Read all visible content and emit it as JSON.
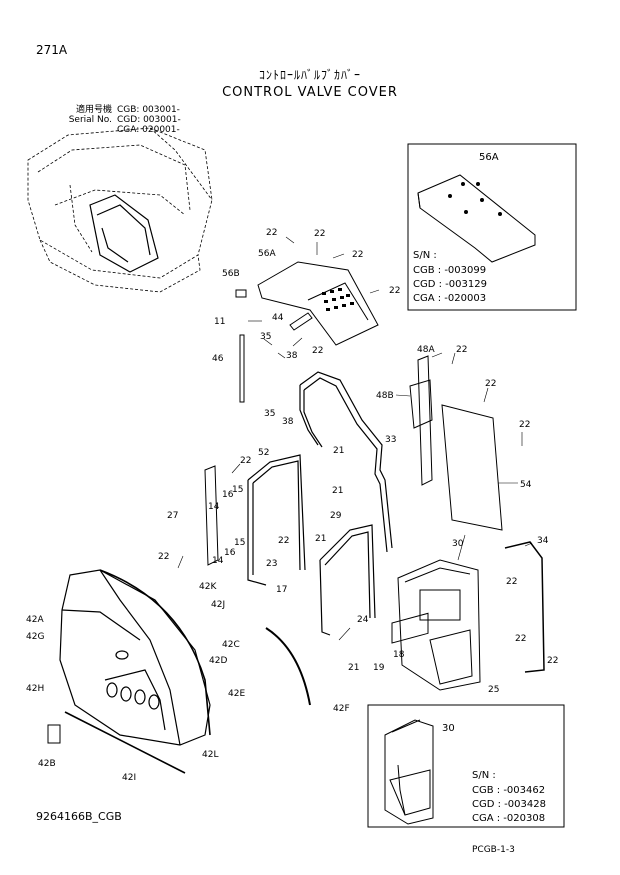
{
  "page_number": "271A",
  "title_jp": "ｺﾝﾄﾛｰﾙﾊﾞﾙﾌﾞｶﾊﾞｰ",
  "title_en": "CONTROL VALVE COVER",
  "serial_block": {
    "labels": [
      "適用号機",
      "Serial No."
    ],
    "entries": [
      "CGB: 003001-",
      "CGD: 003001-",
      "CGA: 020001-"
    ]
  },
  "inset_top": {
    "part": "56A",
    "sn_label": "S/N :",
    "entries": [
      "CGB : -003099",
      "CGD : -003129",
      "CGA : -020003"
    ]
  },
  "inset_bottom": {
    "part": "30",
    "sn_label": "S/N :",
    "entries": [
      "CGB : -003462",
      "CGD : -003428",
      "CGA : -020308"
    ]
  },
  "callouts": [
    {
      "id": "c1",
      "text": "22"
    },
    {
      "id": "c2",
      "text": "22"
    },
    {
      "id": "c3",
      "text": "22"
    },
    {
      "id": "c4",
      "text": "56A"
    },
    {
      "id": "c5",
      "text": "56B"
    },
    {
      "id": "c6",
      "text": "22"
    },
    {
      "id": "c7",
      "text": "11"
    },
    {
      "id": "c8",
      "text": "44"
    },
    {
      "id": "c9",
      "text": "35"
    },
    {
      "id": "c10",
      "text": "38"
    },
    {
      "id": "c11",
      "text": "22"
    },
    {
      "id": "c12",
      "text": "46"
    },
    {
      "id": "c13",
      "text": "35"
    },
    {
      "id": "c14",
      "text": "38"
    },
    {
      "id": "c15",
      "text": "48A"
    },
    {
      "id": "c16",
      "text": "22"
    },
    {
      "id": "c17",
      "text": "22"
    },
    {
      "id": "c18",
      "text": "48B"
    },
    {
      "id": "c19",
      "text": "22"
    },
    {
      "id": "c20",
      "text": "33"
    },
    {
      "id": "c21",
      "text": "21"
    },
    {
      "id": "c22",
      "text": "21"
    },
    {
      "id": "c23",
      "text": "52"
    },
    {
      "id": "c24",
      "text": "22"
    },
    {
      "id": "c25",
      "text": "54"
    },
    {
      "id": "c26",
      "text": "16"
    },
    {
      "id": "c27",
      "text": "15"
    },
    {
      "id": "c28",
      "text": "14"
    },
    {
      "id": "c29",
      "text": "27"
    },
    {
      "id": "c30",
      "text": "29"
    },
    {
      "id": "c31",
      "text": "15"
    },
    {
      "id": "c32",
      "text": "16"
    },
    {
      "id": "c33",
      "text": "14"
    },
    {
      "id": "c34",
      "text": "22"
    },
    {
      "id": "c35",
      "text": "22"
    },
    {
      "id": "c36",
      "text": "21"
    },
    {
      "id": "c37",
      "text": "30"
    },
    {
      "id": "c38",
      "text": "34"
    },
    {
      "id": "c39",
      "text": "23"
    },
    {
      "id": "c40",
      "text": "42K"
    },
    {
      "id": "c41",
      "text": "17"
    },
    {
      "id": "c42",
      "text": "42J"
    },
    {
      "id": "c43",
      "text": "24"
    },
    {
      "id": "c44",
      "text": "22"
    },
    {
      "id": "c45",
      "text": "42A"
    },
    {
      "id": "c46",
      "text": "42G"
    },
    {
      "id": "c47",
      "text": "42C"
    },
    {
      "id": "c48",
      "text": "42D"
    },
    {
      "id": "c49",
      "text": "22"
    },
    {
      "id": "c50",
      "text": "21"
    },
    {
      "id": "c51",
      "text": "19"
    },
    {
      "id": "c52",
      "text": "18"
    },
    {
      "id": "c53",
      "text": "22"
    },
    {
      "id": "c54",
      "text": "42H"
    },
    {
      "id": "c55",
      "text": "42E"
    },
    {
      "id": "c56",
      "text": "25"
    },
    {
      "id": "c57",
      "text": "42F"
    },
    {
      "id": "c58",
      "text": "42B"
    },
    {
      "id": "c59",
      "text": "42L"
    },
    {
      "id": "c60",
      "text": "42I"
    }
  ],
  "footer_left": "9264166B_CGB",
  "footer_right": "PCGB-1-3"
}
